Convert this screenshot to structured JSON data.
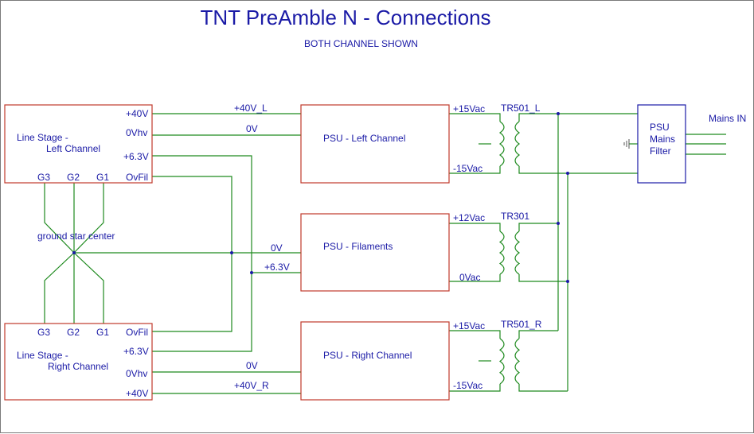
{
  "title": "TNT PreAmble N - Connections",
  "subtitle": "BOTH CHANNEL SHOWN",
  "blocks": {
    "ls_left_1": "Line Stage -",
    "ls_left_2": "Left Channel",
    "ls_right_1": "Line Stage -",
    "ls_right_2": "Right Channel",
    "psu_left": "PSU - Left Channel",
    "psu_fil": "PSU - Filaments",
    "psu_right": "PSU - Right Channel",
    "filter_1": "PSU",
    "filter_2": "Mains",
    "filter_3": "Filter"
  },
  "pins": {
    "p40": "+40V",
    "p0vhv": "0Vhv",
    "p63": "+6.3V",
    "povfil": "OvFil",
    "g3": "G3",
    "g2": "G2",
    "g1": "G1"
  },
  "nets": {
    "n40l": "+40V_L",
    "n0v": "0V",
    "n40r": "+40V_R",
    "n63": "+6.3V"
  },
  "transformers": {
    "tr_l": "TR501_L",
    "tr_f": "TR301",
    "tr_r": "TR501_R",
    "p15": "+15Vac",
    "m15": "-15Vac",
    "p12": "+12Vac",
    "v0ac": "0Vac"
  },
  "ground_star": "ground star center",
  "mains_in": "Mains IN"
}
